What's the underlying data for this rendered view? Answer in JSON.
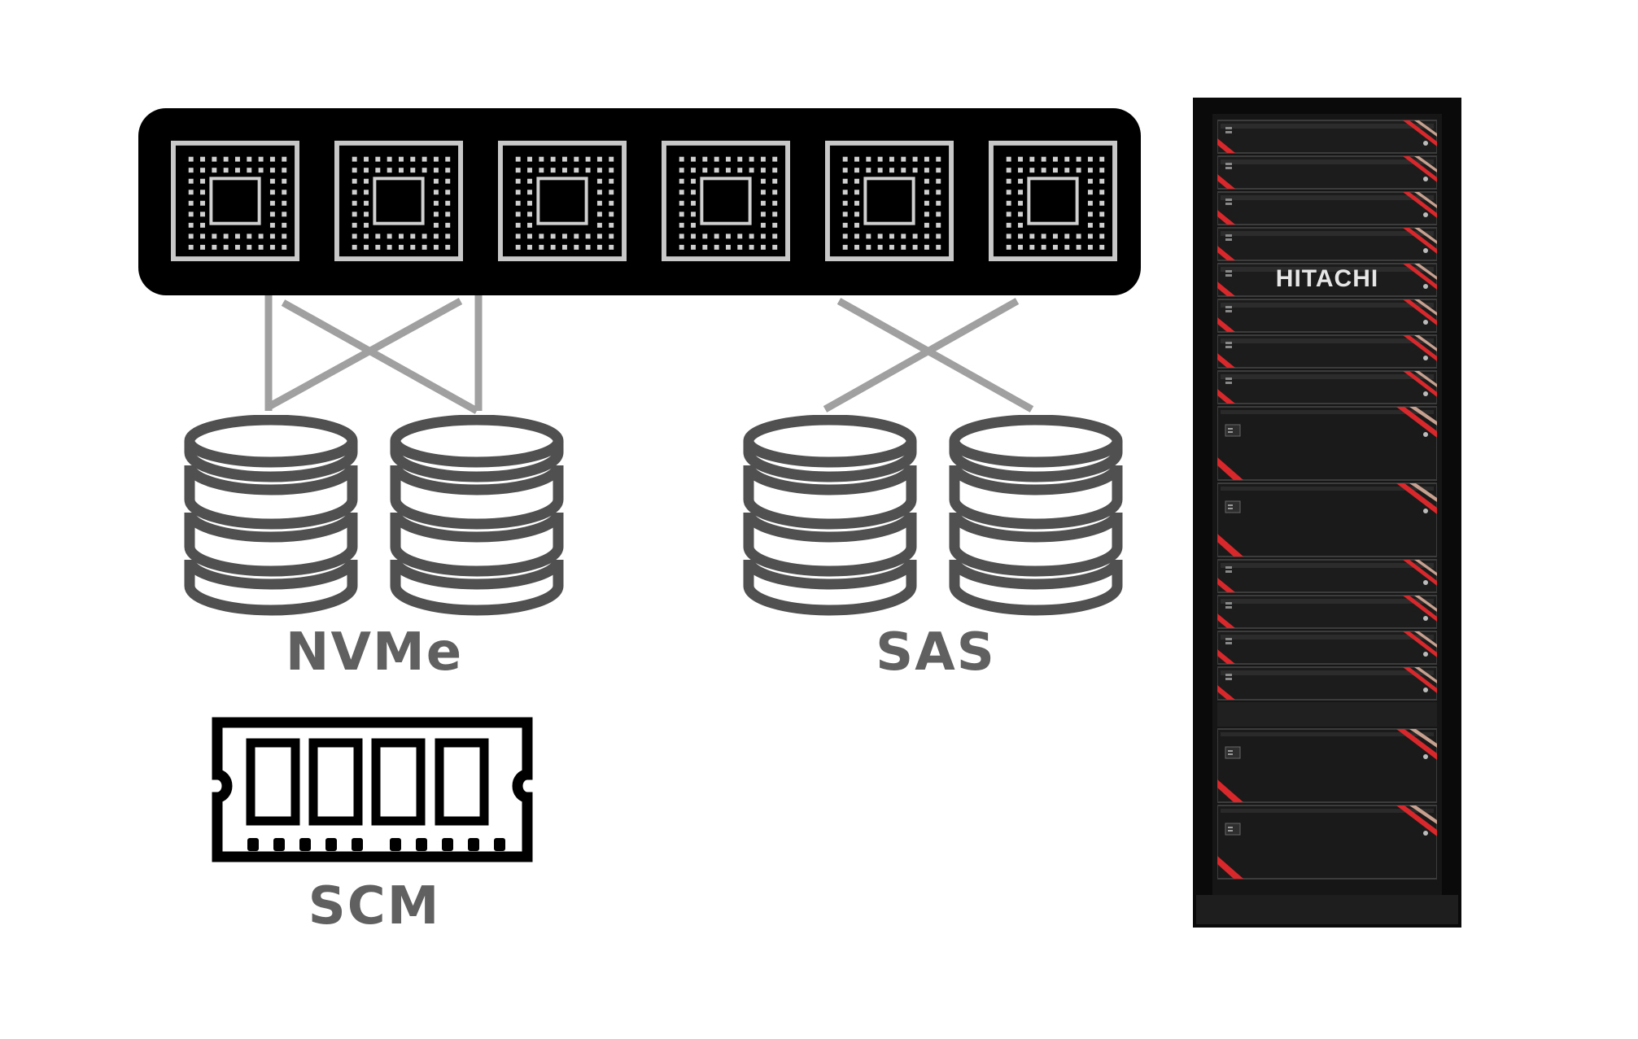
{
  "labels": {
    "nvme": "NVMe",
    "sas": "SAS",
    "scm": "SCM"
  },
  "rack": {
    "brand": "HITACHI"
  },
  "controller": {
    "chip_count": 6
  },
  "colors": {
    "background": "#ffffff",
    "hardware_black": "#000000",
    "chip_border": "#c8c8c8",
    "drive_outline": "#505050",
    "link_gray": "#a0a0a0",
    "label_gray": "#606060",
    "accent_red": "#d8282c",
    "accent_tan": "#c8a090"
  },
  "icons": {
    "chip": "processor-chip-icon",
    "drive": "database-drive-icon",
    "memory": "memory-module-icon",
    "rack": "storage-rack-icon"
  }
}
